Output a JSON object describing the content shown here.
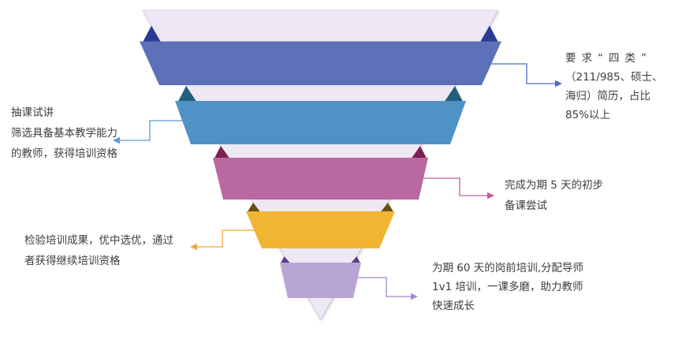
{
  "diagram": {
    "type": "inverted-funnel",
    "text_color": "#3D3D3D",
    "funnel": {
      "interior_color": "#EDE8F4",
      "interior_stroke": "#C4BDD2",
      "bands": [
        {
          "order": 1,
          "color": "#5D71B8",
          "fold_color": "#2B3A94"
        },
        {
          "order": 2,
          "color": "#4F92C6",
          "fold_color": "#235E7E"
        },
        {
          "order": 3,
          "color": "#B968A1",
          "fold_color": "#7E2053"
        },
        {
          "order": 4,
          "color": "#F2B433",
          "fold_color": "#6B4E12"
        },
        {
          "order": 5,
          "color": "#B8A5D5",
          "fold_color": "#5C3D8F"
        }
      ]
    },
    "annotations": [
      {
        "id": "right-top",
        "side": "right",
        "connector_color": "#4A6BC5",
        "lines": [
          "要求“四类”",
          "（211/985、硕士、",
          "海归）简历，占比",
          "85%以上"
        ]
      },
      {
        "id": "left-upper",
        "side": "left",
        "connector_color": "#5B9BD5",
        "lines": [
          "抽课试讲",
          "筛选具备基本教学能力",
          "的教师，获得培训资格"
        ]
      },
      {
        "id": "right-middle",
        "side": "right",
        "connector_color": "#C45A9E",
        "lines": [
          "完成为期 5 天的初步",
          "备课尝试"
        ]
      },
      {
        "id": "left-lower",
        "side": "left",
        "connector_color": "#F0A837",
        "lines": [
          "检验培训成果，优中选优，通过",
          "者获得继续培训资格"
        ]
      },
      {
        "id": "right-bottom",
        "side": "right",
        "connector_color": "#A685D2",
        "lines": [
          "为期 60 天的岗前培训,分配导师",
          "1v1 培训，一课多磨，助力教师",
          "快速成长"
        ]
      }
    ]
  }
}
